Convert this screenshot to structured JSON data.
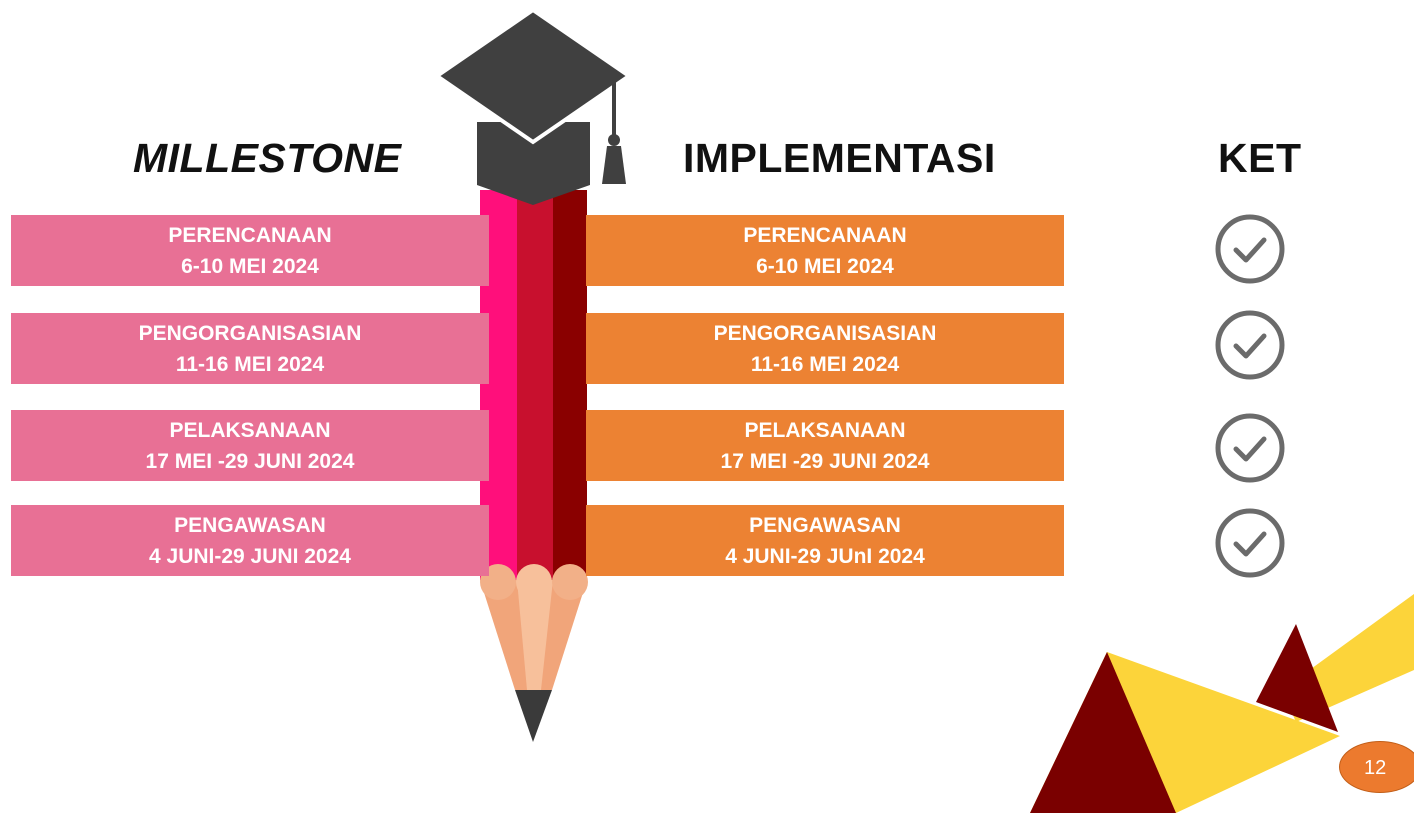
{
  "headings": {
    "milestone": "MILLESTONE",
    "implementation": "IMPLEMENTASI",
    "ket": "KET"
  },
  "milestones": [
    {
      "title": "PERENCANAAN",
      "date": "6-10 MEI 2024"
    },
    {
      "title": "PENGORGANISASIAN",
      "date": "11-16 MEI 2024"
    },
    {
      "title": "PELAKSANAAN",
      "date": "17 MEI -29 JUNI 2024"
    },
    {
      "title": "PENGAWASAN",
      "date": "4 JUNI-29 JUNI 2024"
    }
  ],
  "implementations": [
    {
      "title": "PERENCANAAN",
      "date": "6-10 MEI 2024"
    },
    {
      "title": "PENGORGANISASIAN",
      "date": "11-16 MEI 2024"
    },
    {
      "title": "PELAKSANAAN",
      "date": "17 MEI -29 JUNI 2024"
    },
    {
      "title": "PENGAWASAN",
      "date": "4 JUNI-29 JUnI 2024"
    }
  ],
  "status_icons": [
    "check-circle-icon",
    "check-circle-icon",
    "check-circle-icon",
    "check-circle-icon"
  ],
  "page_number": "12",
  "colors": {
    "milestone_box": "#e87095",
    "implementation_box": "#ec8233",
    "pencil_red": "#c8102e",
    "pencil_pink": "#ff0f7b",
    "pencil_dark": "#8a0000",
    "cap": "#404040",
    "check_gray": "#6b6b6b",
    "deco_yellow": "#fcd43a",
    "deco_maroon": "#7a0000",
    "page_badge": "#ec7a2e"
  }
}
